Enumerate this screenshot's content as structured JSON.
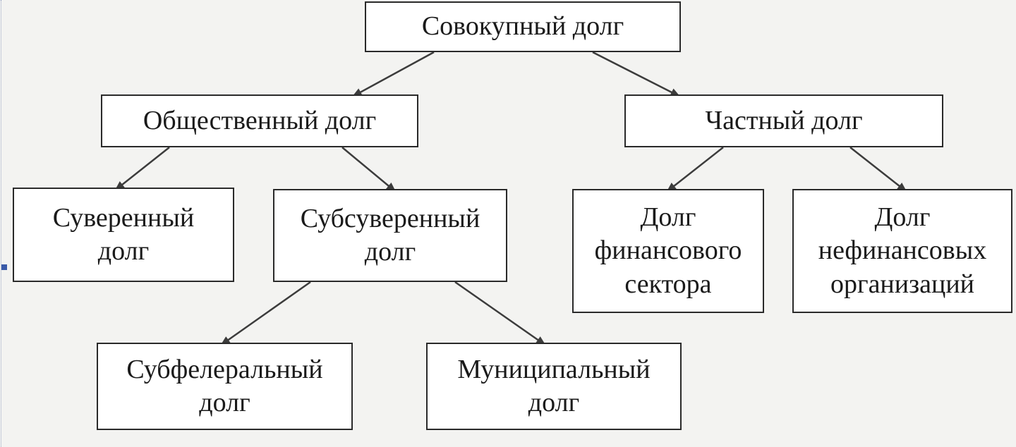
{
  "nodes": {
    "total": {
      "label": "Совокупный долг"
    },
    "public": {
      "label": "Общественный долг"
    },
    "private": {
      "label": "Частный долг"
    },
    "sovereign": {
      "line1": "Суверенный",
      "line2": "долг"
    },
    "subsovereign": {
      "line1": "Субсуверенный",
      "line2": "долг"
    },
    "financial": {
      "line1": "Долг",
      "line2": "финансового",
      "line3": "сектора"
    },
    "nonfinancial": {
      "line1": "Долг",
      "line2": "нефинансовых",
      "line3": "организаций"
    },
    "subfederal": {
      "line1": "Субфелеральный",
      "line2": "долг"
    },
    "municipal": {
      "line1": "Муниципальный",
      "line2": "долг"
    }
  },
  "colors": {
    "line": "#3c3c3c",
    "box_border": "#2a2a2a",
    "marker": "#3a5aa8"
  }
}
